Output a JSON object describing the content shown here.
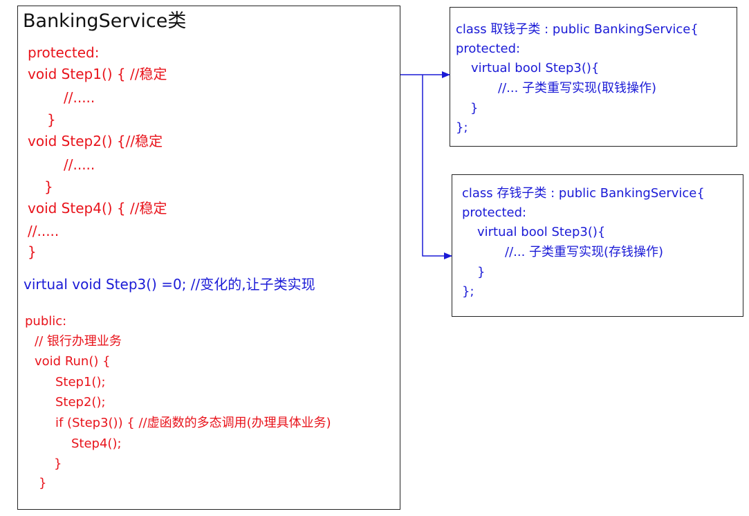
{
  "colors": {
    "stable_code": "#e8131b",
    "virtual_code": "#1a1ad6",
    "title": "#111111",
    "arrow": "#1a1ad6",
    "border": "#222222"
  },
  "base_class": {
    "title": "BankingService类",
    "lines": [
      "protected:",
      "void Step1() { //稳定",
      "//.....",
      "}",
      "void Step2() {//稳定",
      "//.....",
      "}",
      "void Step4() { //稳定",
      "//.....",
      "}",
      "virtual void Step3() =0; //变化的,让子类实现",
      "public:",
      "// 银行办理业务",
      "void Run() {",
      "Step1();",
      "Step2();",
      "if (Step3()) { //虚函数的多态调用(办理具体业务)",
      "Step4();",
      "}",
      "}"
    ]
  },
  "withdraw_class": {
    "lines": [
      "class 取钱子类 : public BankingService{",
      "protected:",
      "virtual bool Step3(){",
      "//... 子类重写实现(取钱操作)",
      "}",
      "};"
    ]
  },
  "deposit_class": {
    "lines": [
      "class 存钱子类 : public BankingService{",
      "protected:",
      "virtual bool Step3(){",
      "//... 子类重写实现(存钱操作)",
      "}",
      "};"
    ]
  }
}
